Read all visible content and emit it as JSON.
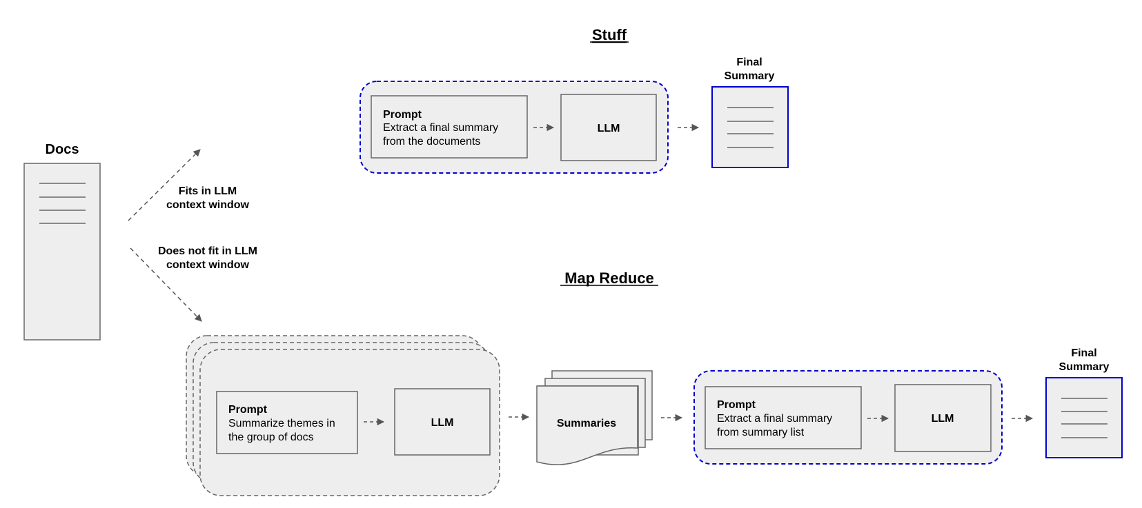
{
  "docs": {
    "title": "Docs"
  },
  "branches": {
    "fits": {
      "line1": "Fits in LLM",
      "line2": "context window"
    },
    "not_fits": {
      "line1": "Does not fit in LLM",
      "line2": "context window"
    }
  },
  "stuff": {
    "title": "Stuff",
    "prompt": {
      "heading": "Prompt",
      "line1": "Extract a final summary",
      "line2": "from the documents"
    },
    "llm": "LLM",
    "final": {
      "line1": "Final",
      "line2": "Summary"
    }
  },
  "map_reduce": {
    "title": "Map Reduce",
    "map_prompt": {
      "heading": "Prompt",
      "line1": "Summarize themes in",
      "line2": "the group of docs"
    },
    "map_llm": "LLM",
    "summaries": "Summaries",
    "reduce_prompt": {
      "heading": "Prompt",
      "line1": "Extract a final summary",
      "line2": "from summary list"
    },
    "reduce_llm": "LLM",
    "final": {
      "line1": "Final",
      "line2": "Summary"
    }
  },
  "colors": {
    "box_fill": "#eeeeee",
    "box_stroke": "#666666",
    "accent_blue": "#0000cc",
    "arrow": "#555555"
  }
}
